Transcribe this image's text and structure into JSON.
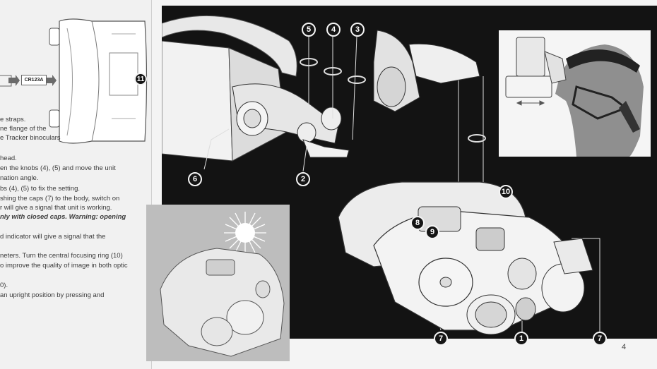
{
  "left_page": {
    "battery_label": "CR123A",
    "callout_battery": "11",
    "lines": [
      "e straps.",
      "ne flange of the",
      "e Tracker binoculars",
      "head.",
      "en the knobs (4), (5) and move the unit",
      "nation angle.",
      "bs (4), (5) to fix the setting.",
      "shing the caps (7) to the body, switch on",
      "r will give a signal that unit is working.",
      "nly with closed caps. Warning: opening",
      "d indicator will give a signal that the",
      "neters. Turn the central focusing ring (10)",
      "o improve the quality of image in both optic",
      "0).",
      "an upright position by pressing and"
    ]
  },
  "callouts": {
    "c5": "5",
    "c4": "4",
    "c3": "3",
    "c6": "6",
    "c2": "2",
    "c10": "10",
    "c8": "8",
    "c9": "9",
    "c7a": "7",
    "c1": "1",
    "c7b": "7"
  },
  "page_number": "4",
  "colors": {
    "panel_black": "#131313",
    "paper": "#f4f4f4",
    "photo_grey": "#bdbdbd"
  }
}
